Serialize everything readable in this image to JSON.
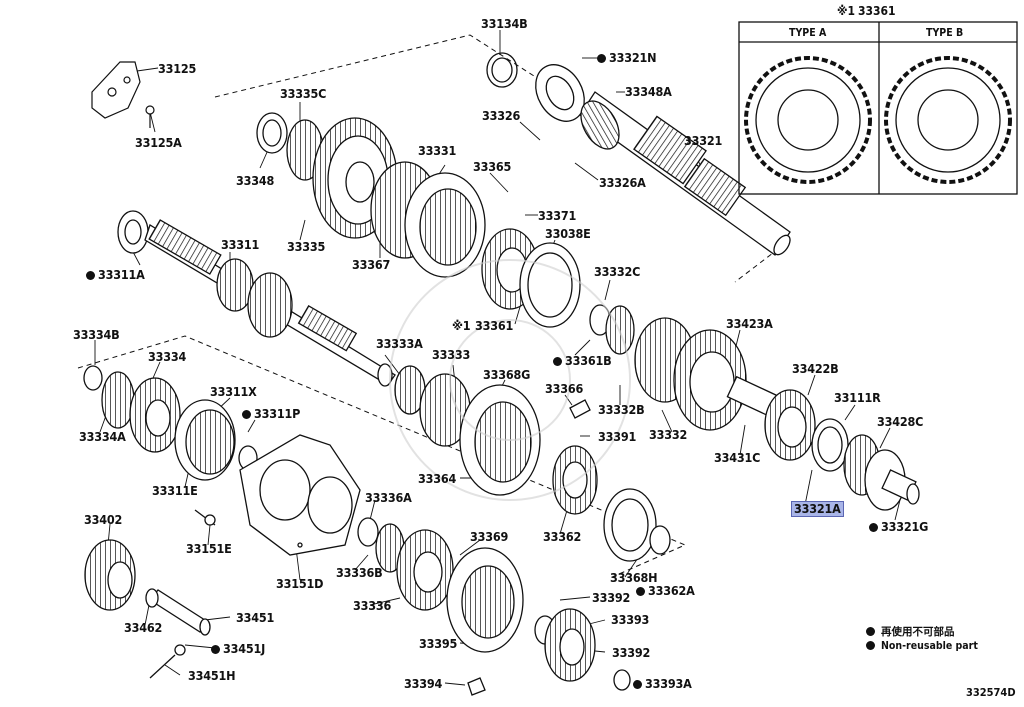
{
  "labels": {
    "p33134B": "33134B",
    "p33321N": "33321N",
    "p33125": "33125",
    "p33348A": "33348A",
    "p33335C": "33335C",
    "p33326": "33326",
    "p33125A": "33125A",
    "p33321": "33321",
    "p33331": "33331",
    "p33348": "33348",
    "p33326A": "33326A",
    "p33365": "33365",
    "p33371": "33371",
    "p33335": "33335",
    "p33367": "33367",
    "p33038E": "33038E",
    "p33311": "33311",
    "p33311A": "33311A",
    "p33332C": "33332C",
    "p33361": "33361",
    "p33361B": "33361B",
    "p33423A": "33423A",
    "p33334B": "33334B",
    "p33334": "33334",
    "p33333A": "33333A",
    "p33333": "33333",
    "p33368G": "33368G",
    "p33422B": "33422B",
    "p33311X": "33311X",
    "p33366": "33366",
    "p33111R": "33111R",
    "p33311P": "33311P",
    "p33332B": "33332B",
    "p33428C": "33428C",
    "p33334A": "33334A",
    "p33391": "33391",
    "p33332": "33332",
    "p33431C": "33431C",
    "p33364": "33364",
    "p33311E": "33311E",
    "p33336A": "33336A",
    "p33321A": "33321A",
    "p33321G": "33321G",
    "p33402": "33402",
    "p33362": "33362",
    "p33151E": "33151E",
    "p33369": "33369",
    "p33336B": "33336B",
    "p33151D": "33151D",
    "p33368H": "33368H",
    "p33362A": "33362A",
    "p33451": "33451",
    "p33336": "33336",
    "p33392a": "33392",
    "p33462": "33462",
    "p33393": "33393",
    "p33451J": "33451J",
    "p33395": "33395",
    "p33392b": "33392",
    "p33451H": "33451H",
    "p33394": "33394",
    "p33393A": "33393A"
  },
  "ref_mark": "※1",
  "type_box": {
    "title": "33361",
    "type_a": "TYPE A",
    "type_b": "TYPE B"
  },
  "legend": {
    "line1": "再使用不可部品",
    "line2": "Non-reusable part"
  },
  "diagram_code": "332574D",
  "colors": {
    "line": "#111111",
    "highlight": "#a9b5e8"
  }
}
